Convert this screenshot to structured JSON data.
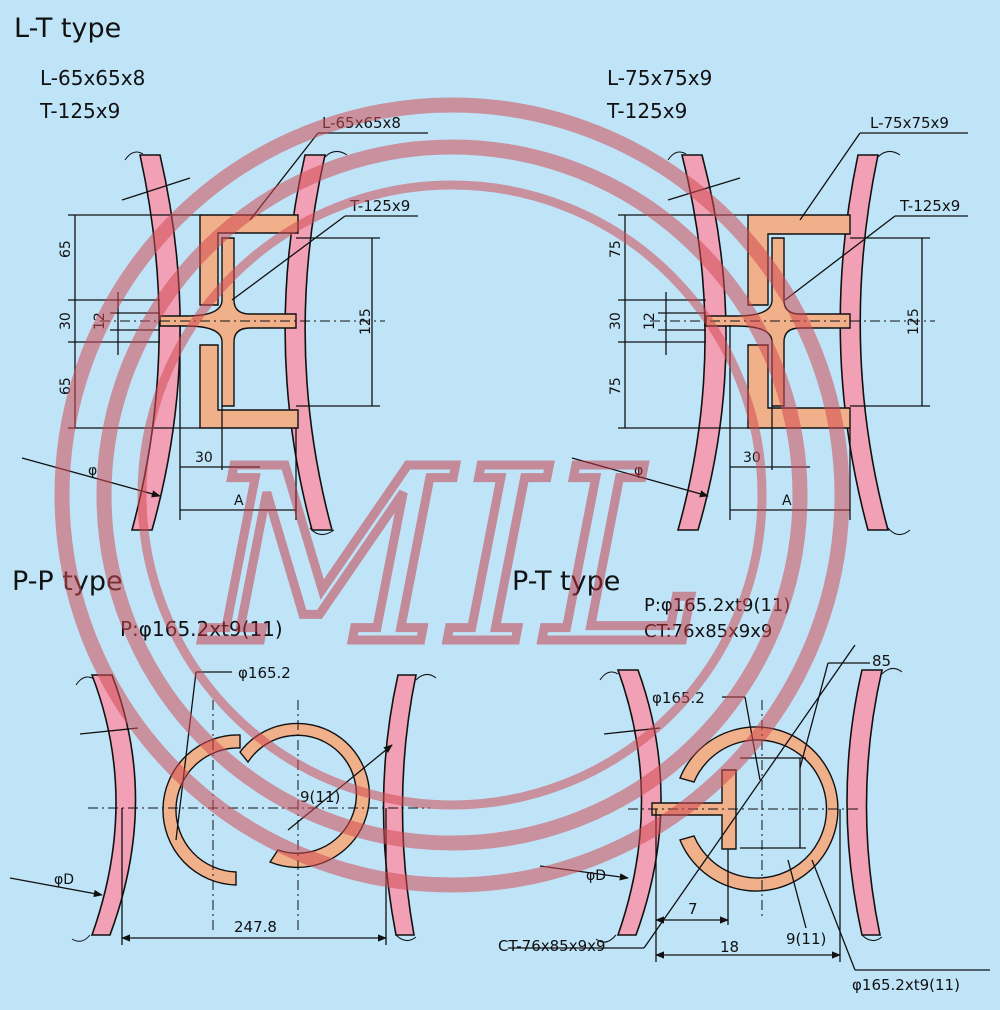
{
  "watermark": {
    "text": "MIL",
    "color": "#d24a52"
  },
  "colors": {
    "background": "#bfe4f8",
    "pipe": "#f2a0b6",
    "steel": "#f0b08a",
    "line": "#111111"
  },
  "lt_section": {
    "title": "L-T type",
    "left": {
      "spec_angle": "L-65x65x8",
      "spec_tee": "T-125x9",
      "callout_angle": "L-65x65x8",
      "callout_tee": "T-125x9",
      "dims": {
        "upper": "65",
        "middle": "30",
        "inner": "12",
        "lower": "65",
        "height": "125",
        "gap": "30",
        "width": "A",
        "pipe_dia": "φ"
      }
    },
    "right": {
      "spec_angle": "L-75x75x9",
      "spec_tee": "T-125x9",
      "callout_angle": "L-75x75x9",
      "callout_tee": "T-125x9",
      "dims": {
        "upper": "75",
        "middle": "30",
        "inner": "12",
        "lower": "75",
        "height": "125",
        "gap": "30",
        "width": "A",
        "pipe_dia": "φ"
      }
    }
  },
  "pp_section": {
    "title": "P-P type",
    "spec": "P:φ165.2xt9(11)",
    "callout_dia": "φ165.2",
    "thickness": "9(11)",
    "pipe_dia": "φD",
    "width": "247.8"
  },
  "pt_section": {
    "title": "P-T type",
    "spec_pipe": "P:φ165.2xt9(11)",
    "spec_tee": "CT:76x85x9x9",
    "callout_dia": "φ165.2",
    "dim_85": "85",
    "pipe_dia": "φD",
    "dim_7": "7",
    "dim_18": "18",
    "thickness": "9(11)",
    "callout_tee": "CT-76x85x9x9",
    "callout_pipe": "φ165.2xt9(11)"
  }
}
